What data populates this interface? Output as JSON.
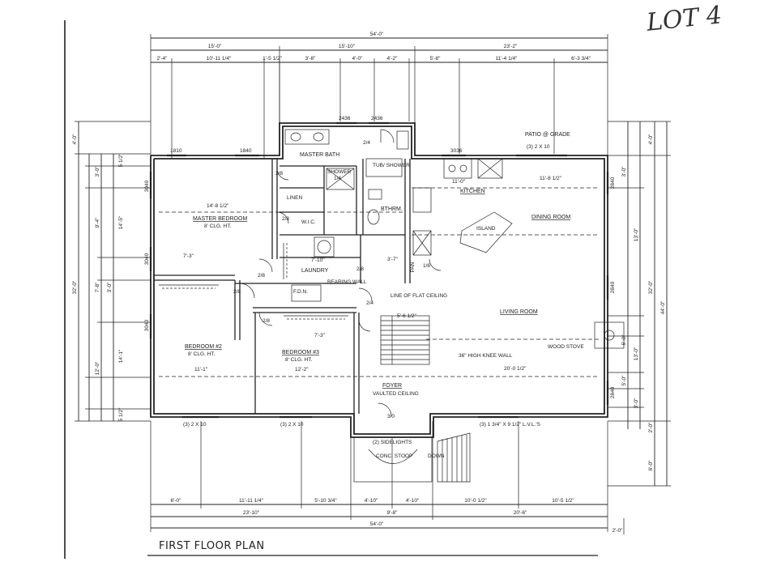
{
  "header": {
    "lot_label": "LOT 4"
  },
  "footer": {
    "plan_title": "FIRST FLOOR PLAN"
  },
  "dims_top": {
    "overall": "54'-0\"",
    "row2": [
      "15'-0\"",
      "15'-10\"",
      "23'-2\""
    ],
    "row3": [
      "2'-4\"",
      "10'-11 1/4\"",
      "1'-5 1/2\"",
      "3'-8\"",
      "4'-0\"",
      "4'-2\"",
      "5'-8\"",
      "11'-4 1/4\"",
      "6'-3 3/4\""
    ]
  },
  "dims_bottom": {
    "row1": [
      "6'-0\"",
      "11'-11 1/4\"",
      "5'-10 3/4\"",
      "4'-10\"",
      "4'-10\"",
      "10'-0 1/2\"",
      "10'-5 1/2\""
    ],
    "row2": [
      "23'-10\"",
      "9'-8\"",
      "20'-6\""
    ],
    "overall": "54'-0\"",
    "side": "2'-0\""
  },
  "dims_left": [
    "4'-0\"",
    "5 1/2\"",
    "3'-0\"",
    "9'-4\"",
    "14'-5\"",
    "7'-8\"",
    "32'-0\"",
    "3'-0\"",
    "14'-1\"",
    "12'-0\"",
    "5 1/2\""
  ],
  "dims_right": [
    "4'-0\"",
    "3'-0\"",
    "13'-0\"",
    "32'-0\"",
    "44'-0\"",
    "5'-0\"",
    "13'-0\"",
    "5'-0\"",
    "3'-0\"",
    "2'-0\"",
    "6'-0\""
  ],
  "windows": [
    "1810",
    "1840",
    "2436",
    "2436",
    "3036",
    "3040",
    "3040",
    "3040",
    "2840",
    "2840",
    "2840"
  ],
  "rooms": {
    "master_bath": "MASTER BATH",
    "master_bedroom": "MASTER BEDROOM",
    "master_bedroom_ceiling": "8' CLG. HT.",
    "master_bedroom_dim": "14'-8 1/2\"",
    "wic": "W.I.C.",
    "linen": "LINEN",
    "shower": "SHOWER",
    "tub_shower": "TUB/ SHOWER",
    "bthrm": "BTHRM.",
    "laundry": "LAUNDRY",
    "kitchen": "KITCHEN",
    "kitchen_dim": "11'-0\"",
    "island": "ISLAND",
    "dining_room": "DINING ROOM",
    "dining_dim": "11'-8 1/2\"",
    "living_room": "LIVING ROOM",
    "living_dim": "20'-0 1/2\"",
    "bedroom2": "BEDROOM #2",
    "bedroom2_ceiling": "8' CLG. HT.",
    "bedroom2_dim": "11'-1\"",
    "bedroom3": "BEDROOM #3",
    "bedroom3_ceiling": "8' CLG. HT.",
    "bedroom3_dim": "12'-2\"",
    "foyer": "FOYER",
    "foyer_ceiling": "VAULTED CEILING",
    "patio": "PATIO @ GRADE",
    "stoop": "CONC. STOOP"
  },
  "notes": {
    "bearing_wall": "BEARING WALL",
    "flat_ceiling": "LINE OF FLAT CEILING",
    "knee_wall": "36\" HIGH KNEE WALL",
    "wood_stove": "WOOD STOVE",
    "header_patio": "(3) 2 X 10",
    "header_bed2": "(3) 2 X 10",
    "header_bed3": "(3) 2 X 10",
    "header_living": "(3) 1 3/4\" X 9 1/2\" L.V.L.'S",
    "sidelights": "(2) SIDELIGHTS",
    "down": "DOWN",
    "door_entry": "3/0",
    "fdn": "F.D.N.",
    "pantry": "PAN",
    "dim_7_10": "7'-10\"",
    "dim_3_7": "3'-7\"",
    "dim_5_6": "5'-6 1/2\"",
    "dim_7_3": "7'-3\"",
    "dim_7_3b": "7'-3\""
  },
  "doors": [
    "2/4",
    "2/8",
    "2/8",
    "2/8",
    "2/8",
    "2/8",
    "2/8",
    "1/4",
    "2/4",
    "1/6"
  ]
}
